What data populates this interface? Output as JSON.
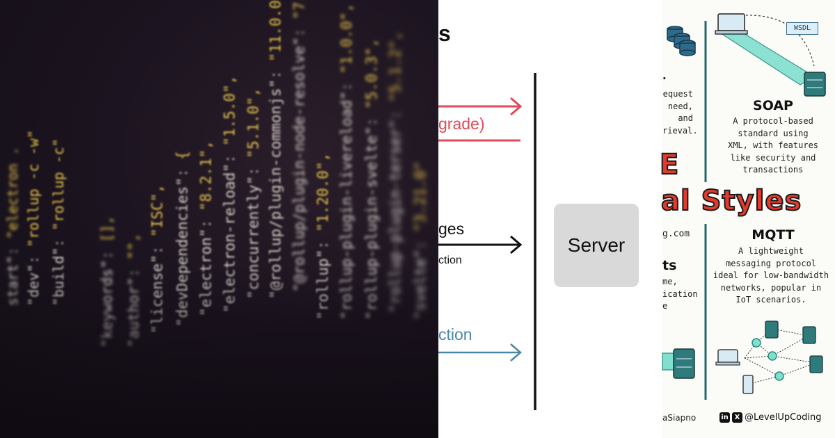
{
  "code_photo": {
    "lines": [
      {
        "key": "start\"",
        "value": "\"electron ."
      },
      {
        "key": "\"dev\"",
        "value": "\"rollup -c -w\""
      },
      {
        "key": "\"build\"",
        "value": "\"rollup -c\""
      },
      {
        "key": "\"keywords\"",
        "value": "[],"
      },
      {
        "key": "\"author\"",
        "value": "\"\","
      },
      {
        "key": "\"license\"",
        "value": "\"ISC\","
      },
      {
        "key": "\"devDependencies\"",
        "value": "{"
      },
      {
        "key": "\"electron\"",
        "value": "\"8.2.1\","
      },
      {
        "key": "\"electron-reload\"",
        "value": "\"1.5.0\","
      },
      {
        "key": "\"concurrently\"",
        "value": "\"5.1.0\","
      },
      {
        "key": "\"@rollup/plugin-commonjs\"",
        "value": "\"11.0.0\","
      },
      {
        "key": "\"@rollup/plugin-node-resolve\"",
        "value": "\"7.0.0\","
      },
      {
        "key": "\"rollup\"",
        "value": "\"1.20.0\","
      },
      {
        "key": "\"rollup-plugin-livereload\"",
        "value": "\"1.0.0\","
      },
      {
        "key": "\"rollup-plugin-svelte\"",
        "value": "\"5.0.3\","
      },
      {
        "key": "\"rollup-plugin-terser\"",
        "value": "\"5.1.2\","
      },
      {
        "key": "\"svelte\"",
        "value": "\"3.21.0\""
      }
    ]
  },
  "diagram": {
    "title_fragment": "s",
    "label_upgrade": "grade)",
    "label_messages": "ges",
    "label_direction_1": "ction",
    "label_direction_2": "ction",
    "server_label": "Server",
    "colors": {
      "red": "#e04a5a",
      "black": "#111111",
      "blue": "#4a86a8"
    }
  },
  "infographic": {
    "banner_top": "E",
    "banner_bottom": "al Styles",
    "wsdl_label": "WSDL",
    "soap": {
      "title": "SOAP",
      "desc": [
        "A protocol-based",
        "standard using",
        "XML, with features",
        "like security and",
        "transactions"
      ]
    },
    "mqtt": {
      "title": "MQTT",
      "desc": [
        "A lightweight",
        "messaging protocol",
        "ideal for low-bandwidth",
        "networks, popular in",
        "IoT scenarios."
      ]
    },
    "left_col_fragments": {
      "top": [
        ".",
        "equest",
        "need,",
        "and",
        "rieval."
      ],
      "domain": "g.com",
      "heading_frag": "ts",
      "mid": [
        "me,",
        "ication",
        "e"
      ],
      "author_frag": "aSiapno"
    },
    "handle": "@LevelUpCoding",
    "icons": {
      "linkedin": "linkedin-icon",
      "x": "x-icon"
    }
  }
}
